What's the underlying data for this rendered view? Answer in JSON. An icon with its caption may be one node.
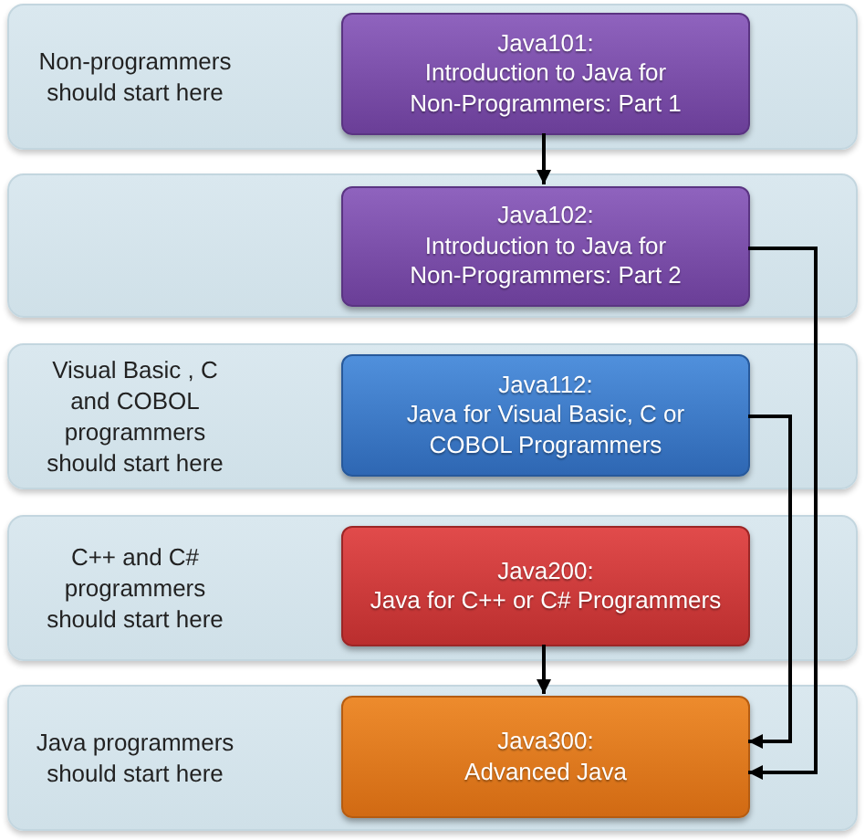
{
  "diagram": {
    "nodes": [
      {
        "text": [
          "Non-programmers should start here"
        ]
      },
      {
        "text": [
          "Java101:",
          "Introduction to Java for Non-Programmers: Part 1"
        ],
        "in": 0
      },
      {
        "text": [],
        "shape": "box"
      },
      {
        "text": [
          "Java102:",
          "Introduction to Java for Non-Programmers: Part 2"
        ],
        "in": 2
      },
      {
        "text": [
          "Visual Basic , C and COBOL programmers should start here"
        ]
      },
      {
        "text": [
          "Java112:",
          "Java for Visual Basic, C or COBOL Programmers"
        ],
        "in": 4
      },
      {
        "text": [
          "C++ and C# programmers should start here"
        ]
      },
      {
        "text": [
          "Java200:",
          "Java for C++ or C# Programmers"
        ],
        "in": 6
      },
      {
        "text": [
          "Java programmers should start here"
        ]
      },
      {
        "text": [
          "Java300:",
          "Advanced Java"
        ],
        "in": 8
      }
    ],
    "edges": [
      {
        "from": 1,
        "to": 3,
        "arrow": "to"
      },
      {
        "from": 3,
        "to": 9,
        "arrow": "to"
      },
      {
        "from": 5,
        "to": 9,
        "arrow": "to"
      },
      {
        "from": 7,
        "to": 9,
        "arrow": "to"
      }
    ]
  }
}
